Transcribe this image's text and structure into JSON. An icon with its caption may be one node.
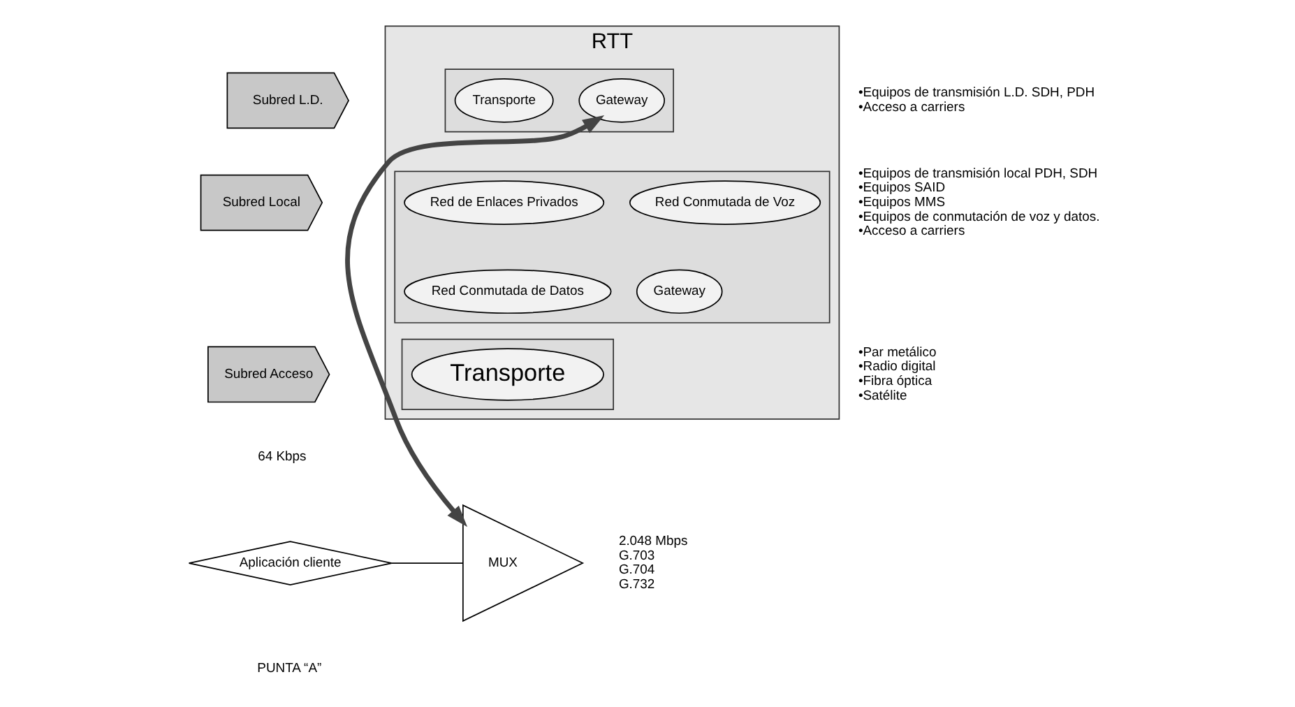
{
  "diagram": {
    "nodes": [
      {
        "text": [
          "RTT"
        ]
      },
      {
        "text": [],
        "shape": "box",
        "in": 0
      },
      {
        "text": [
          "Transporte"
        ],
        "in": 1
      },
      {
        "text": [
          "Gateway"
        ],
        "in": 1
      },
      {
        "text": [],
        "shape": "box",
        "in": 0
      },
      {
        "text": [
          "Red de Enlaces Privados"
        ],
        "in": 4
      },
      {
        "text": [
          "Red Conmutada de Voz"
        ],
        "in": 4
      },
      {
        "text": [
          "Red Conmutada de Datos"
        ],
        "in": 4
      },
      {
        "text": [
          "Gateway"
        ],
        "in": 4
      },
      {
        "text": [],
        "shape": "box",
        "in": 0
      },
      {
        "text": [
          "Transporte"
        ],
        "in": 9
      },
      {
        "text": [
          "Subred L.D."
        ]
      },
      {
        "text": [
          "Subred Local"
        ]
      },
      {
        "text": [
          "Subred Acceso"
        ]
      },
      {
        "text": [
          "Aplicación cliente"
        ]
      },
      {
        "text": [
          "MUX"
        ]
      }
    ],
    "edges": [
      {
        "from": 14,
        "to": 15,
        "arrow": "none"
      },
      {
        "from": 15,
        "to": 3,
        "arrow": "both",
        "style": "thick"
      }
    ],
    "labels": [
      "•Equipos de transmisión L.D. SDH, PDH",
      "•Acceso a carriers",
      "•Equipos de transmisión local PDH, SDH",
      "•Equipos SAID",
      "•Equipos MMS",
      "•Equipos de conmutación de voz y datos.",
      "•Acceso a carriers",
      "•Par metálico",
      "•Radio digital",
      "•Fibra óptica",
      "•Satélite",
      "64 Kbps",
      "2.048 Mbps",
      "G.703",
      "G.704",
      "G.732",
      "PUNTA “A”"
    ]
  }
}
